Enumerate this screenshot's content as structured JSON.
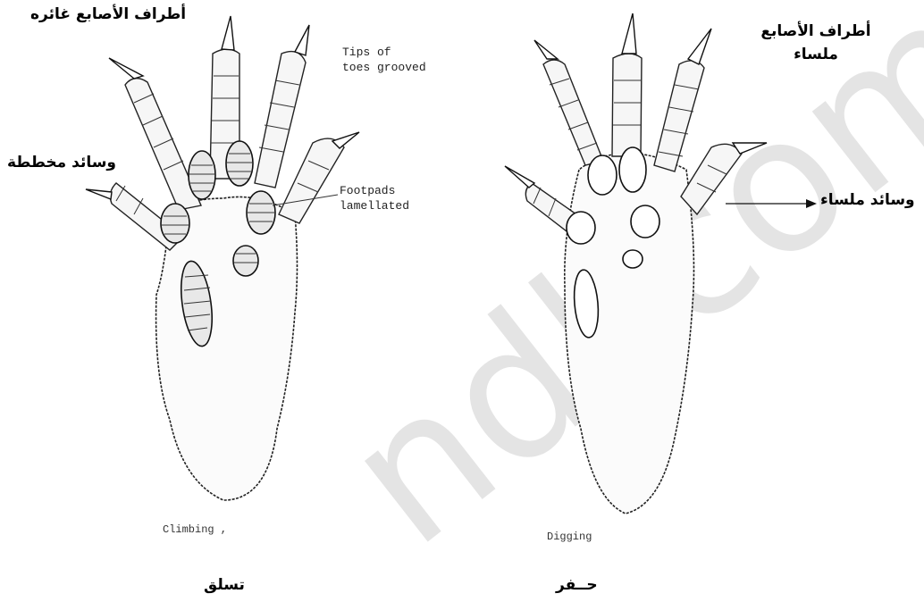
{
  "watermark": {
    "text": "ndl.com",
    "color": "#e4e4e4"
  },
  "left_foot": {
    "label_tips_ar": "أطراف الأصابع غائره",
    "label_pads_ar": "وسائد مخططة",
    "label_tips_en": [
      "Tips of",
      "toes grooved"
    ],
    "label_pads_en": [
      "Footpads",
      "lamellated"
    ],
    "caption_en": "Climbing ,",
    "caption_ar": "تسلق"
  },
  "right_foot": {
    "label_tips_ar": [
      "أطراف الأصابع",
      "ملساء"
    ],
    "label_pads_ar": "وسائد ملساء",
    "caption_en": "Digging",
    "caption_ar": "حــفر"
  }
}
